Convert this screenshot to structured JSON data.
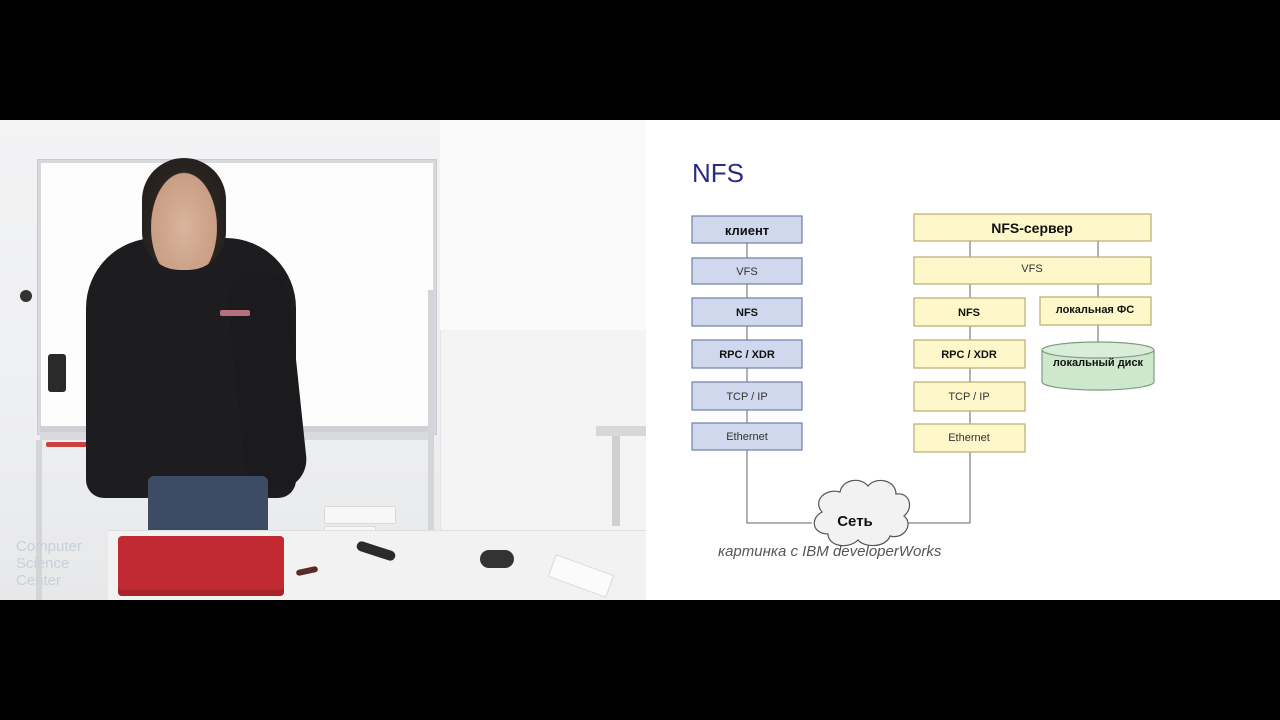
{
  "watermark": {
    "lines": [
      "Computer",
      "Science",
      "Center"
    ]
  },
  "slide": {
    "title": "NFS",
    "caption": "картинка с IBM developerWorks"
  },
  "diagram": {
    "client": {
      "header": "клиент",
      "layers": [
        "VFS",
        "NFS",
        "RPC / XDR",
        "TCP / IP",
        "Ethernet"
      ]
    },
    "server": {
      "header": "NFS-сервер",
      "vfs": "VFS",
      "layers": [
        "NFS",
        "RPC / XDR",
        "TCP / IP",
        "Ethernet"
      ],
      "local_fs": "локальная ФС",
      "local_disk": "локальный диск"
    },
    "network": "Сеть"
  },
  "colors": {
    "client_fill": "#cfd8ec",
    "client_stroke": "#6f7fa8",
    "server_fill": "#fdf7c9",
    "server_stroke": "#b8ac72",
    "disk_fill": "#cde8cc",
    "title": "#2a2a8a"
  }
}
